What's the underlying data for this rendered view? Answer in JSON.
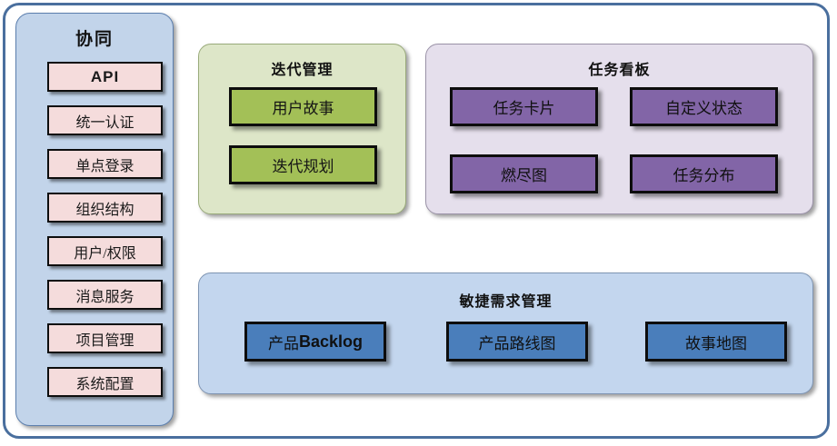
{
  "sidebar": {
    "title": "协同",
    "items": [
      {
        "label": "API",
        "style": "bold"
      },
      {
        "label": "统一认证",
        "style": "serif"
      },
      {
        "label": "单点登录",
        "style": "serif"
      },
      {
        "label": "组织结构",
        "style": "serif"
      },
      {
        "label": "用户/权限",
        "style": "serif"
      },
      {
        "label": "消息服务",
        "style": "serif"
      },
      {
        "label": "项目管理",
        "style": "serif"
      },
      {
        "label": "系统配置",
        "style": "serif"
      }
    ]
  },
  "iteration": {
    "title": "迭代管理",
    "items": [
      {
        "label": "用户故事"
      },
      {
        "label": "迭代规划"
      }
    ]
  },
  "taskboard": {
    "title": "任务看板",
    "items": [
      {
        "label": "任务卡片"
      },
      {
        "label": "自定义状态"
      },
      {
        "label": "燃尽图"
      },
      {
        "label": "任务分布"
      }
    ]
  },
  "agile": {
    "title": "敏捷需求管理",
    "items": [
      {
        "label_cjk": "产品",
        "label_latin": "Backlog"
      },
      {
        "label_cjk": "产品路线图",
        "label_latin": ""
      },
      {
        "label_cjk": "故事地图",
        "label_latin": ""
      }
    ]
  },
  "colors": {
    "frame_border": "#4a6f9e",
    "sidebar_bg": "#c2d4ea",
    "sidebar_item_bg": "#f5dcdc",
    "iteration_bg": "#dde6c8",
    "iteration_item_bg": "#a3c057",
    "taskboard_bg": "#e5dfec",
    "taskboard_item_bg": "#8265a7",
    "agile_bg": "#c3d6ee",
    "agile_item_bg": "#4a7ebb",
    "box_border": "#0d0d0d"
  }
}
